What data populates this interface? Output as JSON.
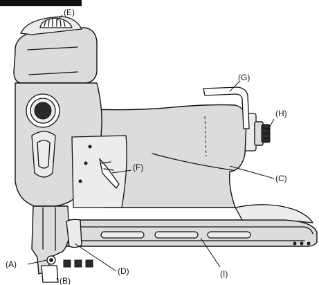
{
  "callouts": {
    "a": "(A)",
    "b": "(B)",
    "c": "(C)",
    "d": "(D)",
    "e": "(E)",
    "f": "(F)",
    "g": "(G)",
    "h": "(H)",
    "i": "(I)"
  }
}
